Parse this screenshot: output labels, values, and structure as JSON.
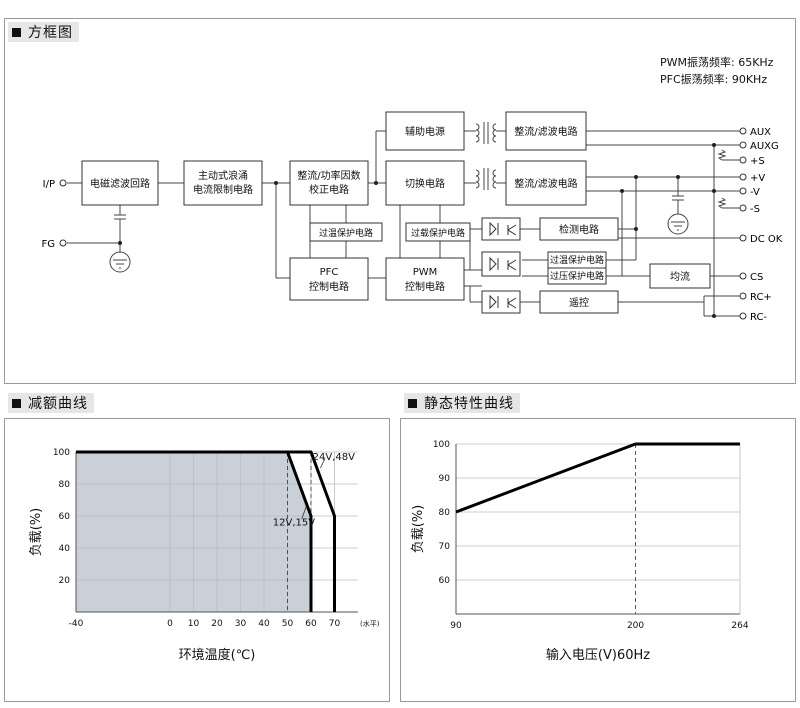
{
  "sections": {
    "block_title": "方框图",
    "derating_title": "减额曲线",
    "static_title": "静态特性曲线"
  },
  "frequencies": {
    "pwm": "PWM振荡频率: 65KHz",
    "pfc": "PFC振荡频率: 90KHz"
  },
  "blocks": {
    "emi": "电磁滤波回路",
    "inrush_1": "主动式浪涌",
    "inrush_2": "电流限制电路",
    "pfc_rect_1": "整流/功率因数",
    "pfc_rect_2": "校正电路",
    "aux_power": "辅助电源",
    "switching": "切换电路",
    "rect_filter_1": "整流/滤波电路",
    "rect_filter_2": "整流/滤波电路",
    "otp_1": "过温保护电路",
    "olp": "过载保护电路",
    "pfc_ctrl_1": "PFC",
    "pfc_ctrl_2": "控制电路",
    "pwm_ctrl_1": "PWM",
    "pwm_ctrl_2": "控制电路",
    "detect": "检测电路",
    "otp_2": "过温保护电路",
    "ovp": "过压保护电路",
    "current_share": "均流",
    "remote": "遥控"
  },
  "terminals": {
    "input": "I/P",
    "fg": "FG",
    "aux": "AUX",
    "auxg": "AUXG",
    "plus_s": "+S",
    "plus_v": "+V",
    "minus_v": "-V",
    "minus_s": "-S",
    "dc_ok": "DC OK",
    "cs": "CS",
    "rc_plus": "RC+",
    "rc_minus": "RC-"
  },
  "chart_data": [
    {
      "type": "area",
      "xlabel": "环境温度(℃)",
      "ylabel": "负载(%)",
      "x_ticks": [
        "-40",
        "0",
        "10",
        "20",
        "30",
        "40",
        "50",
        "60",
        "70"
      ],
      "x_unit_note": "(水平)",
      "y_ticks": [
        "20",
        "40",
        "60",
        "80",
        "100"
      ],
      "xlim": [
        -40,
        80
      ],
      "ylim": [
        0,
        100
      ],
      "series": [
        {
          "name": "12V,15V",
          "x": [
            -40,
            50,
            60,
            60
          ],
          "y": [
            100,
            100,
            60,
            0
          ]
        },
        {
          "name": "24V,48V",
          "x": [
            -40,
            60,
            70,
            70
          ],
          "y": [
            100,
            100,
            60,
            0
          ]
        }
      ],
      "grid": true
    },
    {
      "type": "line",
      "xlabel": "输入电压(V)60Hz",
      "ylabel": "负载(%)",
      "x_ticks": [
        "90",
        "200",
        "264"
      ],
      "y_ticks": [
        "60",
        "70",
        "80",
        "90",
        "100"
      ],
      "xlim": [
        90,
        264
      ],
      "ylim": [
        50,
        100
      ],
      "series": [
        {
          "x": [
            90,
            200,
            264
          ],
          "y": [
            80,
            100,
            100
          ]
        }
      ],
      "grid": true
    }
  ]
}
